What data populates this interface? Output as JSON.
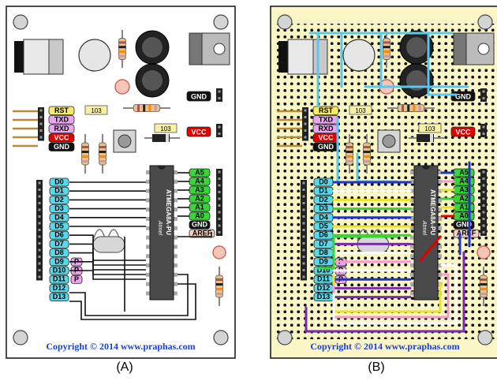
{
  "copyright": "Copyright © 2014 www.praphas.com",
  "captions": [
    "(A)",
    "(B)"
  ],
  "chip": {
    "line1": "ATMEGA8A-PU",
    "line2": "ATMEGA8A-PU",
    "logo": "Atmel"
  },
  "res_code": "103",
  "header_left": [
    {
      "label": "RST",
      "color": "#f7e96a",
      "text_color": "#000000"
    },
    {
      "label": "TXD",
      "color": "#e9a6ee",
      "text_color": "#000000"
    },
    {
      "label": "RXD",
      "color": "#e9a6ee",
      "text_color": "#000000"
    },
    {
      "label": "VCC",
      "color": "#e00000",
      "text_color": "#ffffff"
    },
    {
      "label": "GND",
      "color": "#111111",
      "text_color": "#ffffff"
    }
  ],
  "gnd_top": "GND",
  "vcc_right": "VCC",
  "digital": [
    "D0",
    "D1",
    "D2",
    "D3",
    "D4",
    "D5",
    "D6",
    "D7",
    "D8",
    "D9",
    "D10",
    "D11",
    "D12",
    "D13"
  ],
  "p_labels": [
    "P",
    "P",
    "P"
  ],
  "analog": [
    {
      "label": "A5",
      "color": "#39d43a",
      "text_color": "#000000"
    },
    {
      "label": "A4",
      "color": "#39d43a",
      "text_color": "#000000"
    },
    {
      "label": "A3",
      "color": "#39d43a",
      "text_color": "#000000"
    },
    {
      "label": "A2",
      "color": "#39d43a",
      "text_color": "#000000"
    },
    {
      "label": "A1",
      "color": "#39d43a",
      "text_color": "#000000"
    },
    {
      "label": "A0",
      "color": "#39d43a",
      "text_color": "#000000"
    },
    {
      "label": "GND",
      "color": "#111111",
      "text_color": "#ffffff"
    },
    {
      "label": "AREF",
      "color": "#f8d2c2",
      "text_color": "#000000"
    }
  ],
  "colors": {
    "board_a": "#ffffff",
    "board_b": "#fbf6c5",
    "digital_label": "#5ad8ea",
    "p_label": "#e9a6ee",
    "accent_blue": "#5ac8ee"
  }
}
